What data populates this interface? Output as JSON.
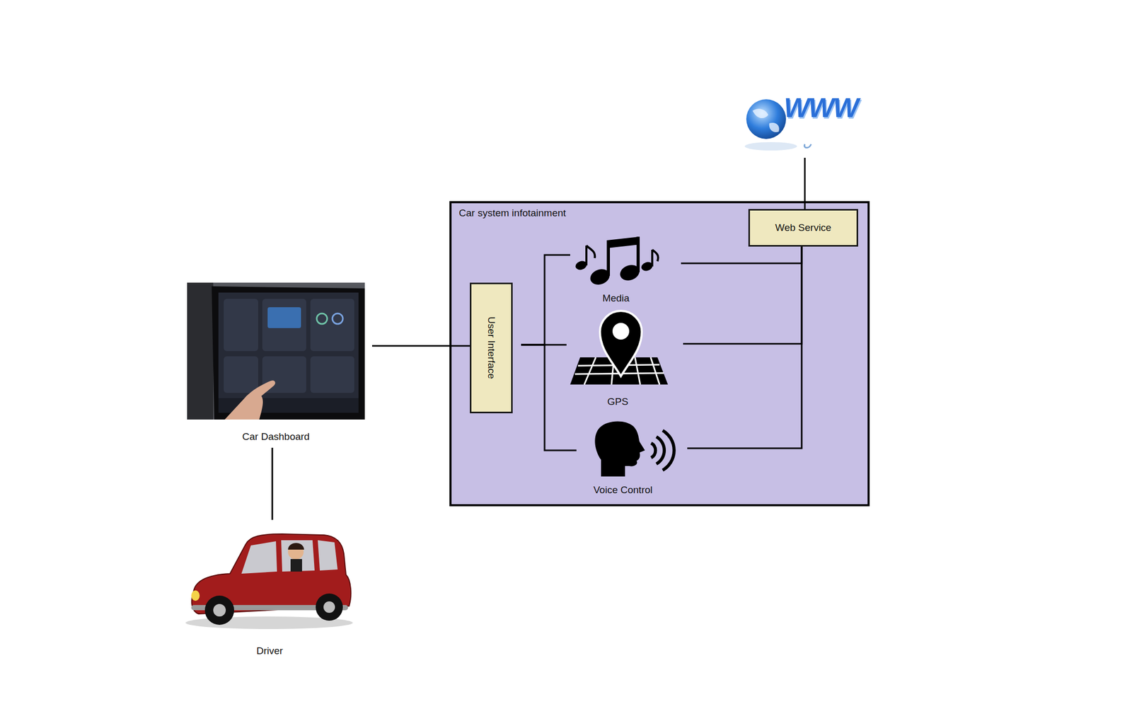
{
  "diagram": {
    "nodes": [
      {
        "text": [
          "Car system infotainment"
        ]
      },
      {
        "text": [
          "Web Service"
        ],
        "in": 0
      },
      {
        "text": [
          "User Interface"
        ],
        "in": 0
      },
      {
        "text": [
          "Media"
        ],
        "in": 0
      },
      {
        "text": [
          "GPS"
        ],
        "in": 0
      },
      {
        "text": [
          "Voice Control"
        ],
        "in": 0
      },
      {
        "text": [
          "Car Dashboard"
        ]
      },
      {
        "text": [
          "Driver"
        ]
      }
    ],
    "edges": [
      {
        "from": 6,
        "to": 7,
        "arrow": "none"
      },
      {
        "from": 6,
        "to": 2,
        "arrow": "none"
      },
      {
        "from": 2,
        "to": 3,
        "arrow": "none"
      },
      {
        "from": 2,
        "to": 4,
        "arrow": "none"
      },
      {
        "from": 2,
        "to": 5,
        "arrow": "none"
      },
      {
        "from": 3,
        "to": 1,
        "arrow": "none"
      },
      {
        "from": 4,
        "to": 1,
        "arrow": "none"
      },
      {
        "from": 5,
        "to": 1,
        "arrow": "none"
      }
    ],
    "labels": [
      "WWW"
    ]
  }
}
